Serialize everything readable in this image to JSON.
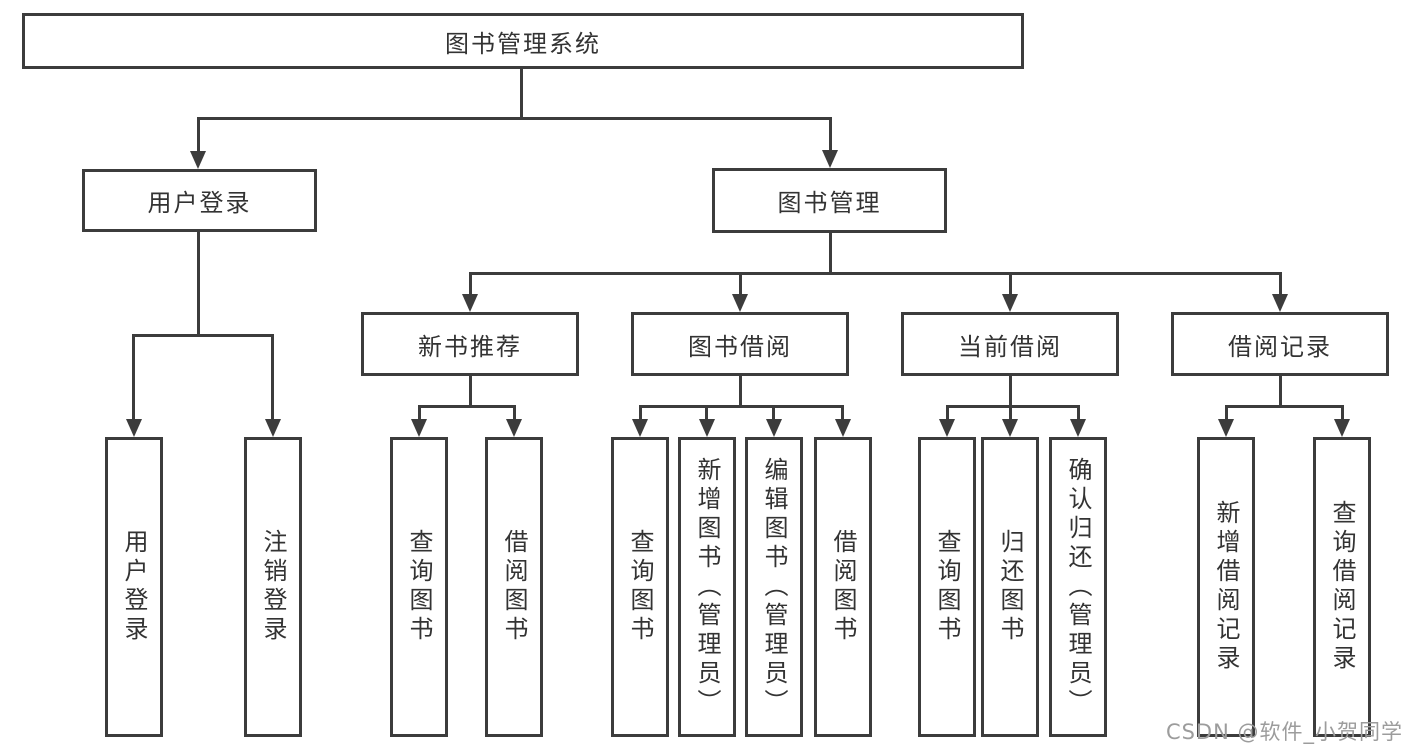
{
  "diagram": {
    "root": {
      "label": "图书管理系统"
    },
    "level2": {
      "user_login": {
        "label": "用户登录"
      },
      "book_mgmt": {
        "label": "图书管理"
      }
    },
    "level3": {
      "new_book": {
        "label": "新书推荐"
      },
      "book_borrow": {
        "label": "图书借阅"
      },
      "current_borrow": {
        "label": "当前借阅"
      },
      "borrow_record": {
        "label": "借阅记录"
      }
    },
    "leaves": {
      "user": [
        "用户登录",
        "注销登录"
      ],
      "new_book": [
        "查询图书",
        "借阅图书"
      ],
      "borrow": [
        "查询图书",
        "新增图书（管理员）",
        "编辑图书（管理员）",
        "借阅图书"
      ],
      "current": [
        "查询图书",
        "归还图书",
        "确认归还（管理员）"
      ],
      "record": [
        "新增借阅记录",
        "查询借阅记录"
      ]
    },
    "watermark": "CSDN @软件_小贺同学",
    "colors": {
      "line": "#3c3c3c",
      "text": "#333333",
      "watermark": "#9c9c9c",
      "background": "#ffffff"
    }
  }
}
